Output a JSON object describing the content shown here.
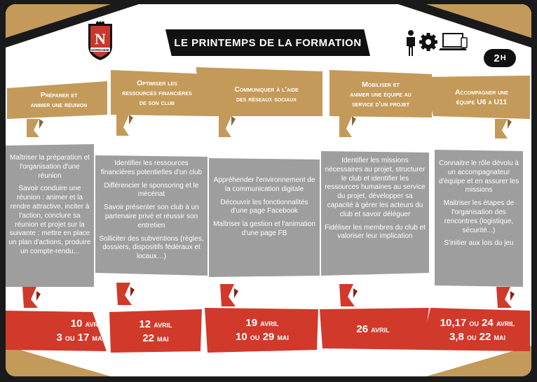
{
  "header": {
    "title": "LE PRINTEMPS DE LA FORMATION",
    "duration_number": "2",
    "duration_unit": "H",
    "logo_letter": "N",
    "logo_text": "NORMANDIE",
    "icons": [
      "person-icon",
      "gear-icon",
      "laptop-icon"
    ]
  },
  "modules": [
    {
      "title_line1": "Préparer et",
      "title_line2": "animer une réunion",
      "title_line3": "",
      "paragraphs": [
        "Maîtriser la préparation et l'organisation d'une réunion",
        "Savoir conduire une réunion : animer et la rendre attractive, inciter à l'action, conclure sa réunion et projet sur la suivante : mettre en place un plan d'actions, produire un compte-rendu..."
      ],
      "date_line1_num": "10",
      "date_line1_word": "avril",
      "date_line2_num": "3",
      "date_line2_mid": "ou",
      "date_line2_num2": "17",
      "date_line2_word": "mai"
    },
    {
      "title_line1": "Optimiser les",
      "title_line2": "ressources financières",
      "title_line3": "de son club",
      "paragraphs": [
        "Identifier les ressources financières potentielles d'un club",
        "Différencier le sponsoring et le mécénat",
        "Savoir présenter son club à un partenaire privé et réussir son entretien",
        "Solliciter des subventions (règles, dossiers, dispositifs fédéraux et locaux…)"
      ],
      "date_line1_num": "12",
      "date_line1_word": "avril",
      "date_line2_num": "22",
      "date_line2_mid": "",
      "date_line2_num2": "",
      "date_line2_word": "mai"
    },
    {
      "title_line1": "Communiquer à l'aide",
      "title_line2": "des réseaux sociaux",
      "title_line3": "",
      "paragraphs": [
        "Appréhender l'environnement de la communication digitale",
        "Découvrir les fonctionnalités d'une page Facebook",
        "Maîtriser la gestion et l'animation d'une page FB"
      ],
      "date_line1_num": "19",
      "date_line1_word": "avril",
      "date_line2_num": "10",
      "date_line2_mid": "ou",
      "date_line2_num2": "29",
      "date_line2_word": "mai"
    },
    {
      "title_line1": "Mobiliser et",
      "title_line2": "animer une équipe au",
      "title_line3": "service d'un projet",
      "paragraphs": [
        "Identifier les missions nécessaires au projet, structurer le club et identifier les ressources humaines au service du projet, développer sa capacité à gérer les acteurs du club et savoir déléguer",
        "Fidéliser les membres du club et valoriser leur implication"
      ],
      "date_line1_num": "26",
      "date_line1_word": "avril",
      "date_line2_num": "",
      "date_line2_mid": "",
      "date_line2_num2": "",
      "date_line2_word": ""
    },
    {
      "title_line1": "Accompagner une",
      "title_line2": "équipe U6 à U11",
      "title_line3": "",
      "paragraphs": [
        "Connaitre le rôle dévolu à un accompagnateur d'équipe et en assurer les missions",
        "Maitriser les étapes de l'organisation des rencontres (logistique, sécurité...)",
        "S'initier aux lois du jeu"
      ],
      "date_line1_num": "10,17",
      "date_line1_mid": "ou",
      "date_line1_num2": "24",
      "date_line1_word": "avril",
      "date_line2_num": "3,8",
      "date_line2_mid": "ou",
      "date_line2_num2": "22",
      "date_line2_word": "mai"
    }
  ],
  "colors": {
    "gold": "#c49a5a",
    "gold_dark": "#8a6535",
    "grey": "#9e9e9e",
    "red": "#d1392b",
    "red_dark": "#8e1f17",
    "black": "#111111"
  }
}
